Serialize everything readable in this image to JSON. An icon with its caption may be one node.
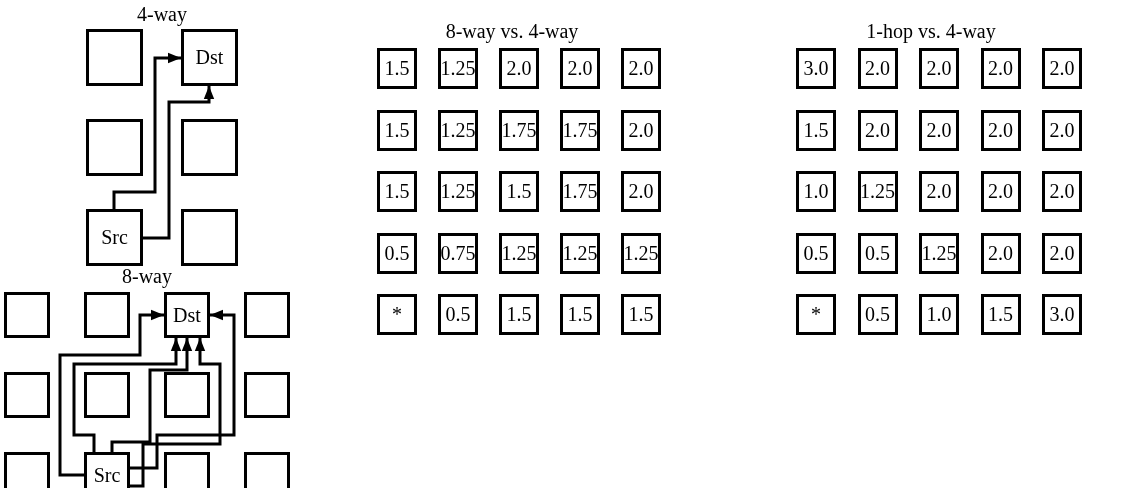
{
  "diagram": {
    "nodes": [
      {
        "text": [],
        "shape": "box"
      },
      {
        "text": [
          "Dst"
        ]
      },
      {
        "text": [],
        "shape": "box"
      },
      {
        "text": [],
        "shape": "box"
      },
      {
        "text": [
          "Src"
        ]
      },
      {
        "text": [],
        "shape": "box"
      },
      {
        "text": [],
        "shape": "box"
      },
      {
        "text": [],
        "shape": "box"
      },
      {
        "text": [
          "Dst"
        ]
      },
      {
        "text": [],
        "shape": "box"
      },
      {
        "text": [],
        "shape": "box"
      },
      {
        "text": [],
        "shape": "box"
      },
      {
        "text": [],
        "shape": "box"
      },
      {
        "text": [],
        "shape": "box"
      },
      {
        "text": [],
        "shape": "box"
      },
      {
        "text": [
          "Src"
        ]
      },
      {
        "text": [],
        "shape": "box"
      },
      {
        "text": [],
        "shape": "box"
      },
      {
        "text": [
          "1.5"
        ]
      },
      {
        "text": [
          "1.25"
        ]
      },
      {
        "text": [
          "2.0"
        ]
      },
      {
        "text": [
          "2.0"
        ]
      },
      {
        "text": [
          "2.0"
        ]
      },
      {
        "text": [
          "1.5"
        ]
      },
      {
        "text": [
          "1.25"
        ]
      },
      {
        "text": [
          "1.75"
        ]
      },
      {
        "text": [
          "1.75"
        ]
      },
      {
        "text": [
          "2.0"
        ]
      },
      {
        "text": [
          "1.5"
        ]
      },
      {
        "text": [
          "1.25"
        ]
      },
      {
        "text": [
          "1.5"
        ]
      },
      {
        "text": [
          "1.75"
        ]
      },
      {
        "text": [
          "2.0"
        ]
      },
      {
        "text": [
          "0.5"
        ]
      },
      {
        "text": [
          "0.75"
        ]
      },
      {
        "text": [
          "1.25"
        ]
      },
      {
        "text": [
          "1.25"
        ]
      },
      {
        "text": [
          "1.25"
        ]
      },
      {
        "text": [
          "*"
        ]
      },
      {
        "text": [
          "0.5"
        ]
      },
      {
        "text": [
          "1.5"
        ]
      },
      {
        "text": [
          "1.5"
        ]
      },
      {
        "text": [
          "1.5"
        ]
      },
      {
        "text": [
          "3.0"
        ]
      },
      {
        "text": [
          "2.0"
        ]
      },
      {
        "text": [
          "2.0"
        ]
      },
      {
        "text": [
          "2.0"
        ]
      },
      {
        "text": [
          "2.0"
        ]
      },
      {
        "text": [
          "1.5"
        ]
      },
      {
        "text": [
          "2.0"
        ]
      },
      {
        "text": [
          "2.0"
        ]
      },
      {
        "text": [
          "2.0"
        ]
      },
      {
        "text": [
          "2.0"
        ]
      },
      {
        "text": [
          "1.0"
        ]
      },
      {
        "text": [
          "1.25"
        ]
      },
      {
        "text": [
          "2.0"
        ]
      },
      {
        "text": [
          "2.0"
        ]
      },
      {
        "text": [
          "2.0"
        ]
      },
      {
        "text": [
          "0.5"
        ]
      },
      {
        "text": [
          "0.5"
        ]
      },
      {
        "text": [
          "1.25"
        ]
      },
      {
        "text": [
          "2.0"
        ]
      },
      {
        "text": [
          "2.0"
        ]
      },
      {
        "text": [
          "*"
        ]
      },
      {
        "text": [
          "0.5"
        ]
      },
      {
        "text": [
          "1.0"
        ]
      },
      {
        "text": [
          "1.5"
        ]
      },
      {
        "text": [
          "3.0"
        ]
      }
    ],
    "edges": [
      {
        "from": 4,
        "to": 1,
        "arrow": "to"
      },
      {
        "from": 4,
        "to": 1,
        "arrow": "to"
      },
      {
        "from": 15,
        "to": 8,
        "arrow": "to"
      },
      {
        "from": 15,
        "to": 8,
        "arrow": "to"
      },
      {
        "from": 15,
        "to": 8,
        "arrow": "to"
      },
      {
        "from": 15,
        "to": 8,
        "arrow": "to"
      },
      {
        "from": 15,
        "to": 8,
        "arrow": "to"
      }
    ],
    "labels": [
      "4-way",
      "8-way vs. 4-way",
      "1-hop vs. 4-way",
      "8-way"
    ]
  }
}
